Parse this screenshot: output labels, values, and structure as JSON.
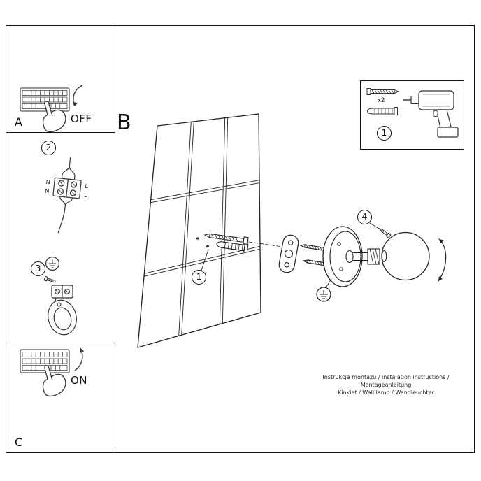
{
  "colors": {
    "ink": "#1a1a1a",
    "paper": "#ffffff"
  },
  "panel_a": {
    "label": "A",
    "action": "OFF"
  },
  "panel_b": {
    "label": "B"
  },
  "panel_c": {
    "label": "C",
    "action": "ON"
  },
  "steps": {
    "wiring": "2",
    "bracket": "3",
    "wall_screw": "1",
    "shade_screw": "4"
  },
  "kit": {
    "step": "1",
    "screw_qty": "x2"
  },
  "wiring_labels": {
    "top_left": "N",
    "top_right": "L",
    "bottom_left": "N",
    "bottom_right": "L"
  },
  "footer": {
    "line1": "Instrukcja montażu / instalation instructions / Montageanleitung",
    "line2": "Kinkiet / Wall lamp / Wandleuchter"
  },
  "icons": {
    "breaker_panel": "grid-of-switches",
    "hand": "pointing-hand",
    "press_arrow": "curved-arrow",
    "screw": "threaded-screw",
    "wall_plug": "expansion-anchor",
    "drill": "power-drill",
    "ground": "earth-ground-circle",
    "rotate": "curved-double-arrow"
  }
}
